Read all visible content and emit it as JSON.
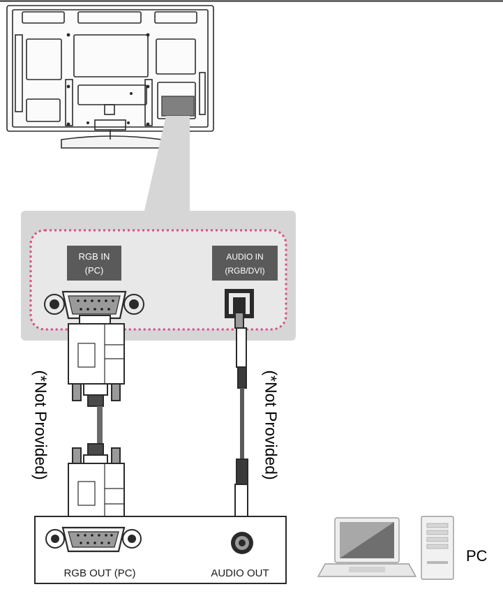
{
  "tv_panel": {
    "rgb_in_label_line1": "RGB IN",
    "rgb_in_label_line2": "(PC)",
    "audio_in_label_line1": "AUDIO IN",
    "audio_in_label_line2": "(RGB/DVI)"
  },
  "cables": {
    "rgb_cable_note": "(*Not Provided)",
    "audio_cable_note": "(*Not Provided)"
  },
  "pc_panel": {
    "rgb_out_label": "RGB OUT (PC)",
    "audio_out_label": "AUDIO OUT"
  },
  "pc": {
    "label": "PC"
  },
  "colors": {
    "line": "#2a2a2a",
    "callout_gray": "#d6d6d6",
    "dash_pink": "#d64f86",
    "label_box": "#5a5a5a"
  }
}
